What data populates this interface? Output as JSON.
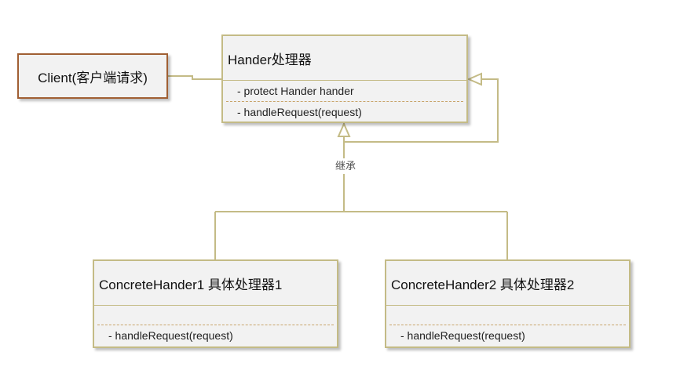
{
  "client": {
    "label": "Client(客户端请求)"
  },
  "handler": {
    "title": "Hander处理器",
    "attribute": "- protect Hander hander",
    "method": "- handleRequest(request)"
  },
  "concrete1": {
    "title": "ConcreteHander1 具体处理器1",
    "method": "- handleRequest(request)"
  },
  "concrete2": {
    "title": "ConcreteHander2 具体处理器2",
    "method": "- handleRequest(request)"
  },
  "inheritance": {
    "label": "继承"
  },
  "colors": {
    "client_border": "#a05f33",
    "uml_border": "#c4bb86",
    "box_fill": "#f2f2f2",
    "divider": "#c8a46a"
  }
}
